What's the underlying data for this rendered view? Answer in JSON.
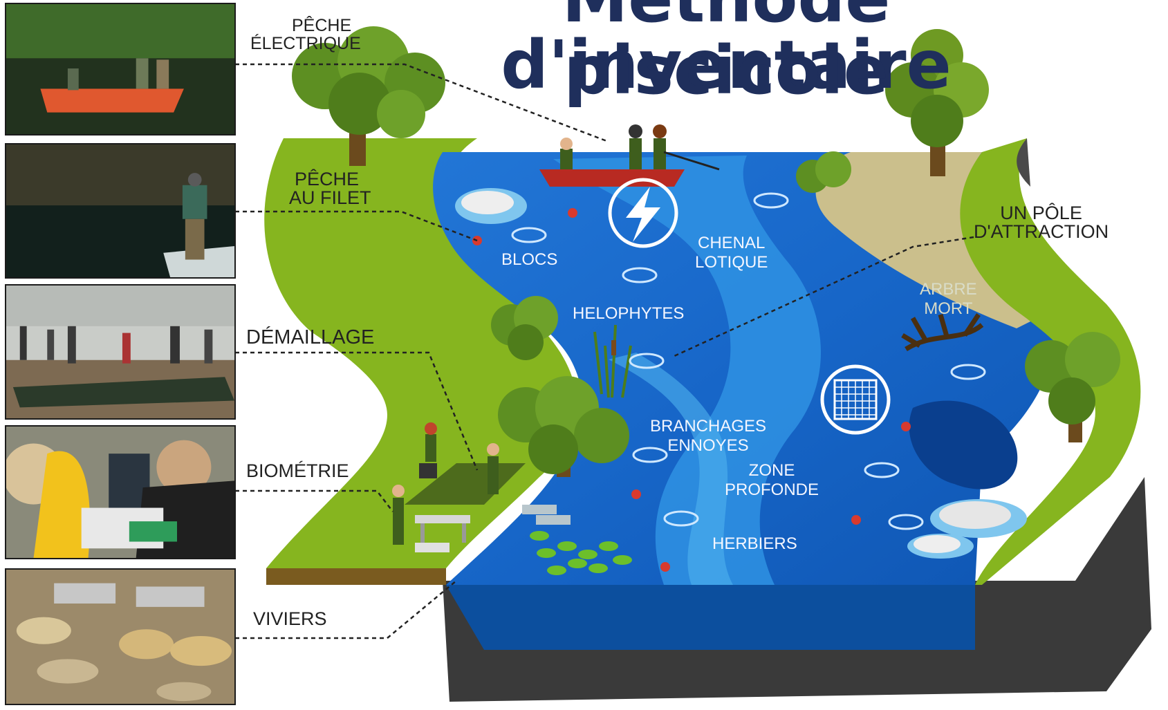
{
  "title": {
    "line1": "Méthode d'inventaire",
    "line2": "piscicole"
  },
  "methods": [
    {
      "label_lines": [
        "PÊCHE",
        "ÉLECTRIQUE"
      ],
      "photo_icon": "electrofishing-boat-photo"
    },
    {
      "label_lines": [
        "PÊCHE",
        "AU FILET"
      ],
      "photo_icon": "net-fishing-photo"
    },
    {
      "label_lines": [
        "DÉMAILLAGE"
      ],
      "photo_icon": "net-sorting-photo"
    },
    {
      "label_lines": [
        "BIOMÉTRIE"
      ],
      "photo_icon": "fish-measuring-photo"
    },
    {
      "label_lines": [
        "VIVIERS"
      ],
      "photo_icon": "fish-tanks-photo"
    }
  ],
  "habitats": {
    "blocs": "BLOCS",
    "chenal_lotique": [
      "CHENAL",
      "LOTIQUE"
    ],
    "helophytes": "HELOPHYTES",
    "branchages_ennoyes": [
      "BRANCHAGES",
      "ENNOYES"
    ],
    "zone_profonde": [
      "ZONE",
      "PROFONDE"
    ],
    "herbiers": "HERBIERS",
    "arbre_mort": [
      "ARBRE",
      "MORT"
    ],
    "pole_attraction": [
      "UN PÔLE",
      "D'ATTRACTION"
    ]
  },
  "icons": {
    "electric": "lightning-bolt-icon",
    "net": "net-grid-icon"
  },
  "colors": {
    "title": "#1f2f5c",
    "water_deep": "#0b4fa8",
    "water_mid": "#1e80d8",
    "water_light": "#5cc3f2",
    "bank_green": "#7fb21c",
    "sand": "#cfc28e",
    "soil": "#3b3b3b"
  }
}
